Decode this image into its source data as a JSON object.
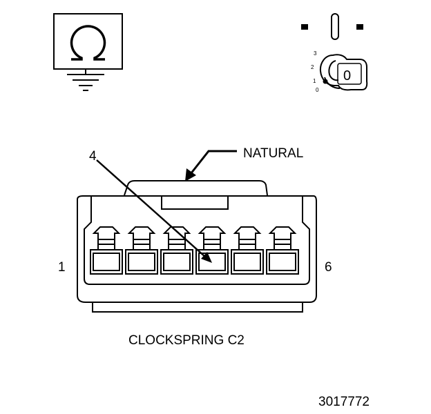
{
  "meter_symbol": {
    "icon": "ohmmeter-ground-icon",
    "glyph": "Ω"
  },
  "ignition_switch": {
    "icon": "ignition-key-off-icon",
    "positions": [
      "3",
      "2",
      "1",
      "0"
    ],
    "key_label": "0"
  },
  "connector": {
    "name": "CLOCKSPRING C2",
    "color_label": "NATURAL",
    "pin_callout": "4",
    "pin_left": "1",
    "pin_right": "6",
    "cavity_count": 6,
    "highlighted_pin": 4
  },
  "figure_id": "3017772"
}
